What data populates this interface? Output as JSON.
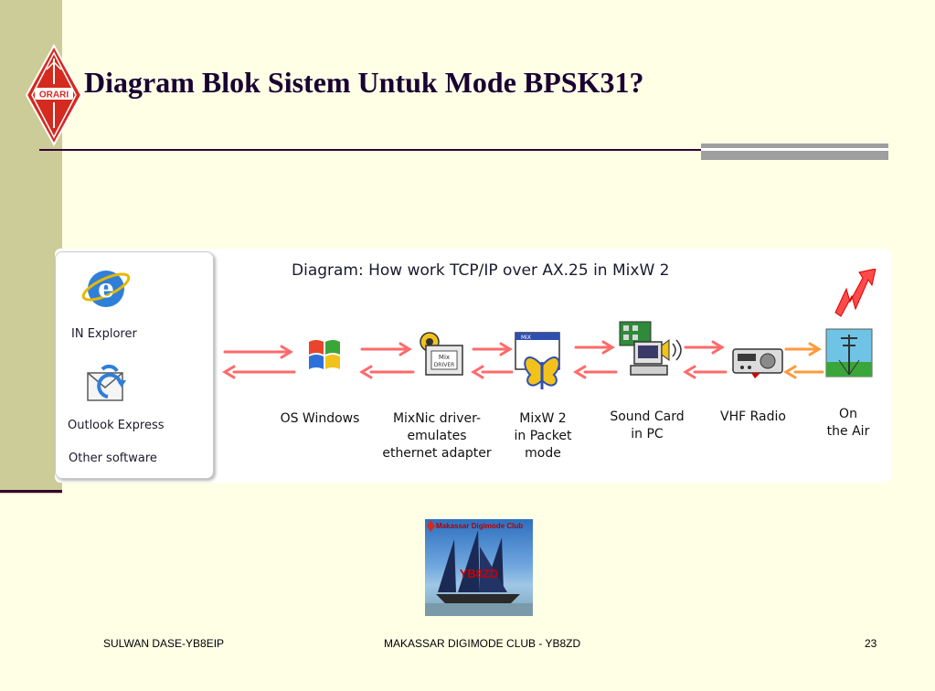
{
  "slide": {
    "title": "Diagram Blok Sistem Untuk Mode BPSK31?",
    "logo_text": "ORARI",
    "colors": {
      "background": "#ffffe6",
      "band": "#cccc99",
      "rule": "#330033",
      "arrow": "#ff6a6a",
      "arrow_accent": "#ff9a3c"
    }
  },
  "diagram": {
    "title": "Diagram: How work TCP/IP over AX.25 in MixW 2",
    "apps": [
      {
        "label": "IN Explorer",
        "icon": "internet-explorer-icon"
      },
      {
        "label": "Outlook Express",
        "icon": "outlook-express-icon"
      },
      {
        "label": "Other software",
        "icon": ""
      }
    ],
    "nodes": [
      {
        "label": "OS Windows",
        "icon": "windows-logo-icon"
      },
      {
        "label": "MixNic driver-\nemulates\nethernet adapter",
        "icon": "mixnic-driver-icon"
      },
      {
        "label": "MixW 2\nin Packet\nmode",
        "icon": "mixw-butterfly-icon"
      },
      {
        "label": "Sound Card\nin PC",
        "icon": "sound-card-pc-icon"
      },
      {
        "label": "VHF Radio",
        "icon": "vhf-radio-icon"
      },
      {
        "label": "On the Air",
        "icon": "antenna-lightning-icon"
      }
    ]
  },
  "badge": {
    "header": "Makassar Digimode Club",
    "callsign": "YB8ZD"
  },
  "footer": {
    "left": "SULWAN DASE-YB8EIP",
    "center": "MAKASSAR DIGIMODE CLUB - YB8ZD",
    "page": "23"
  }
}
